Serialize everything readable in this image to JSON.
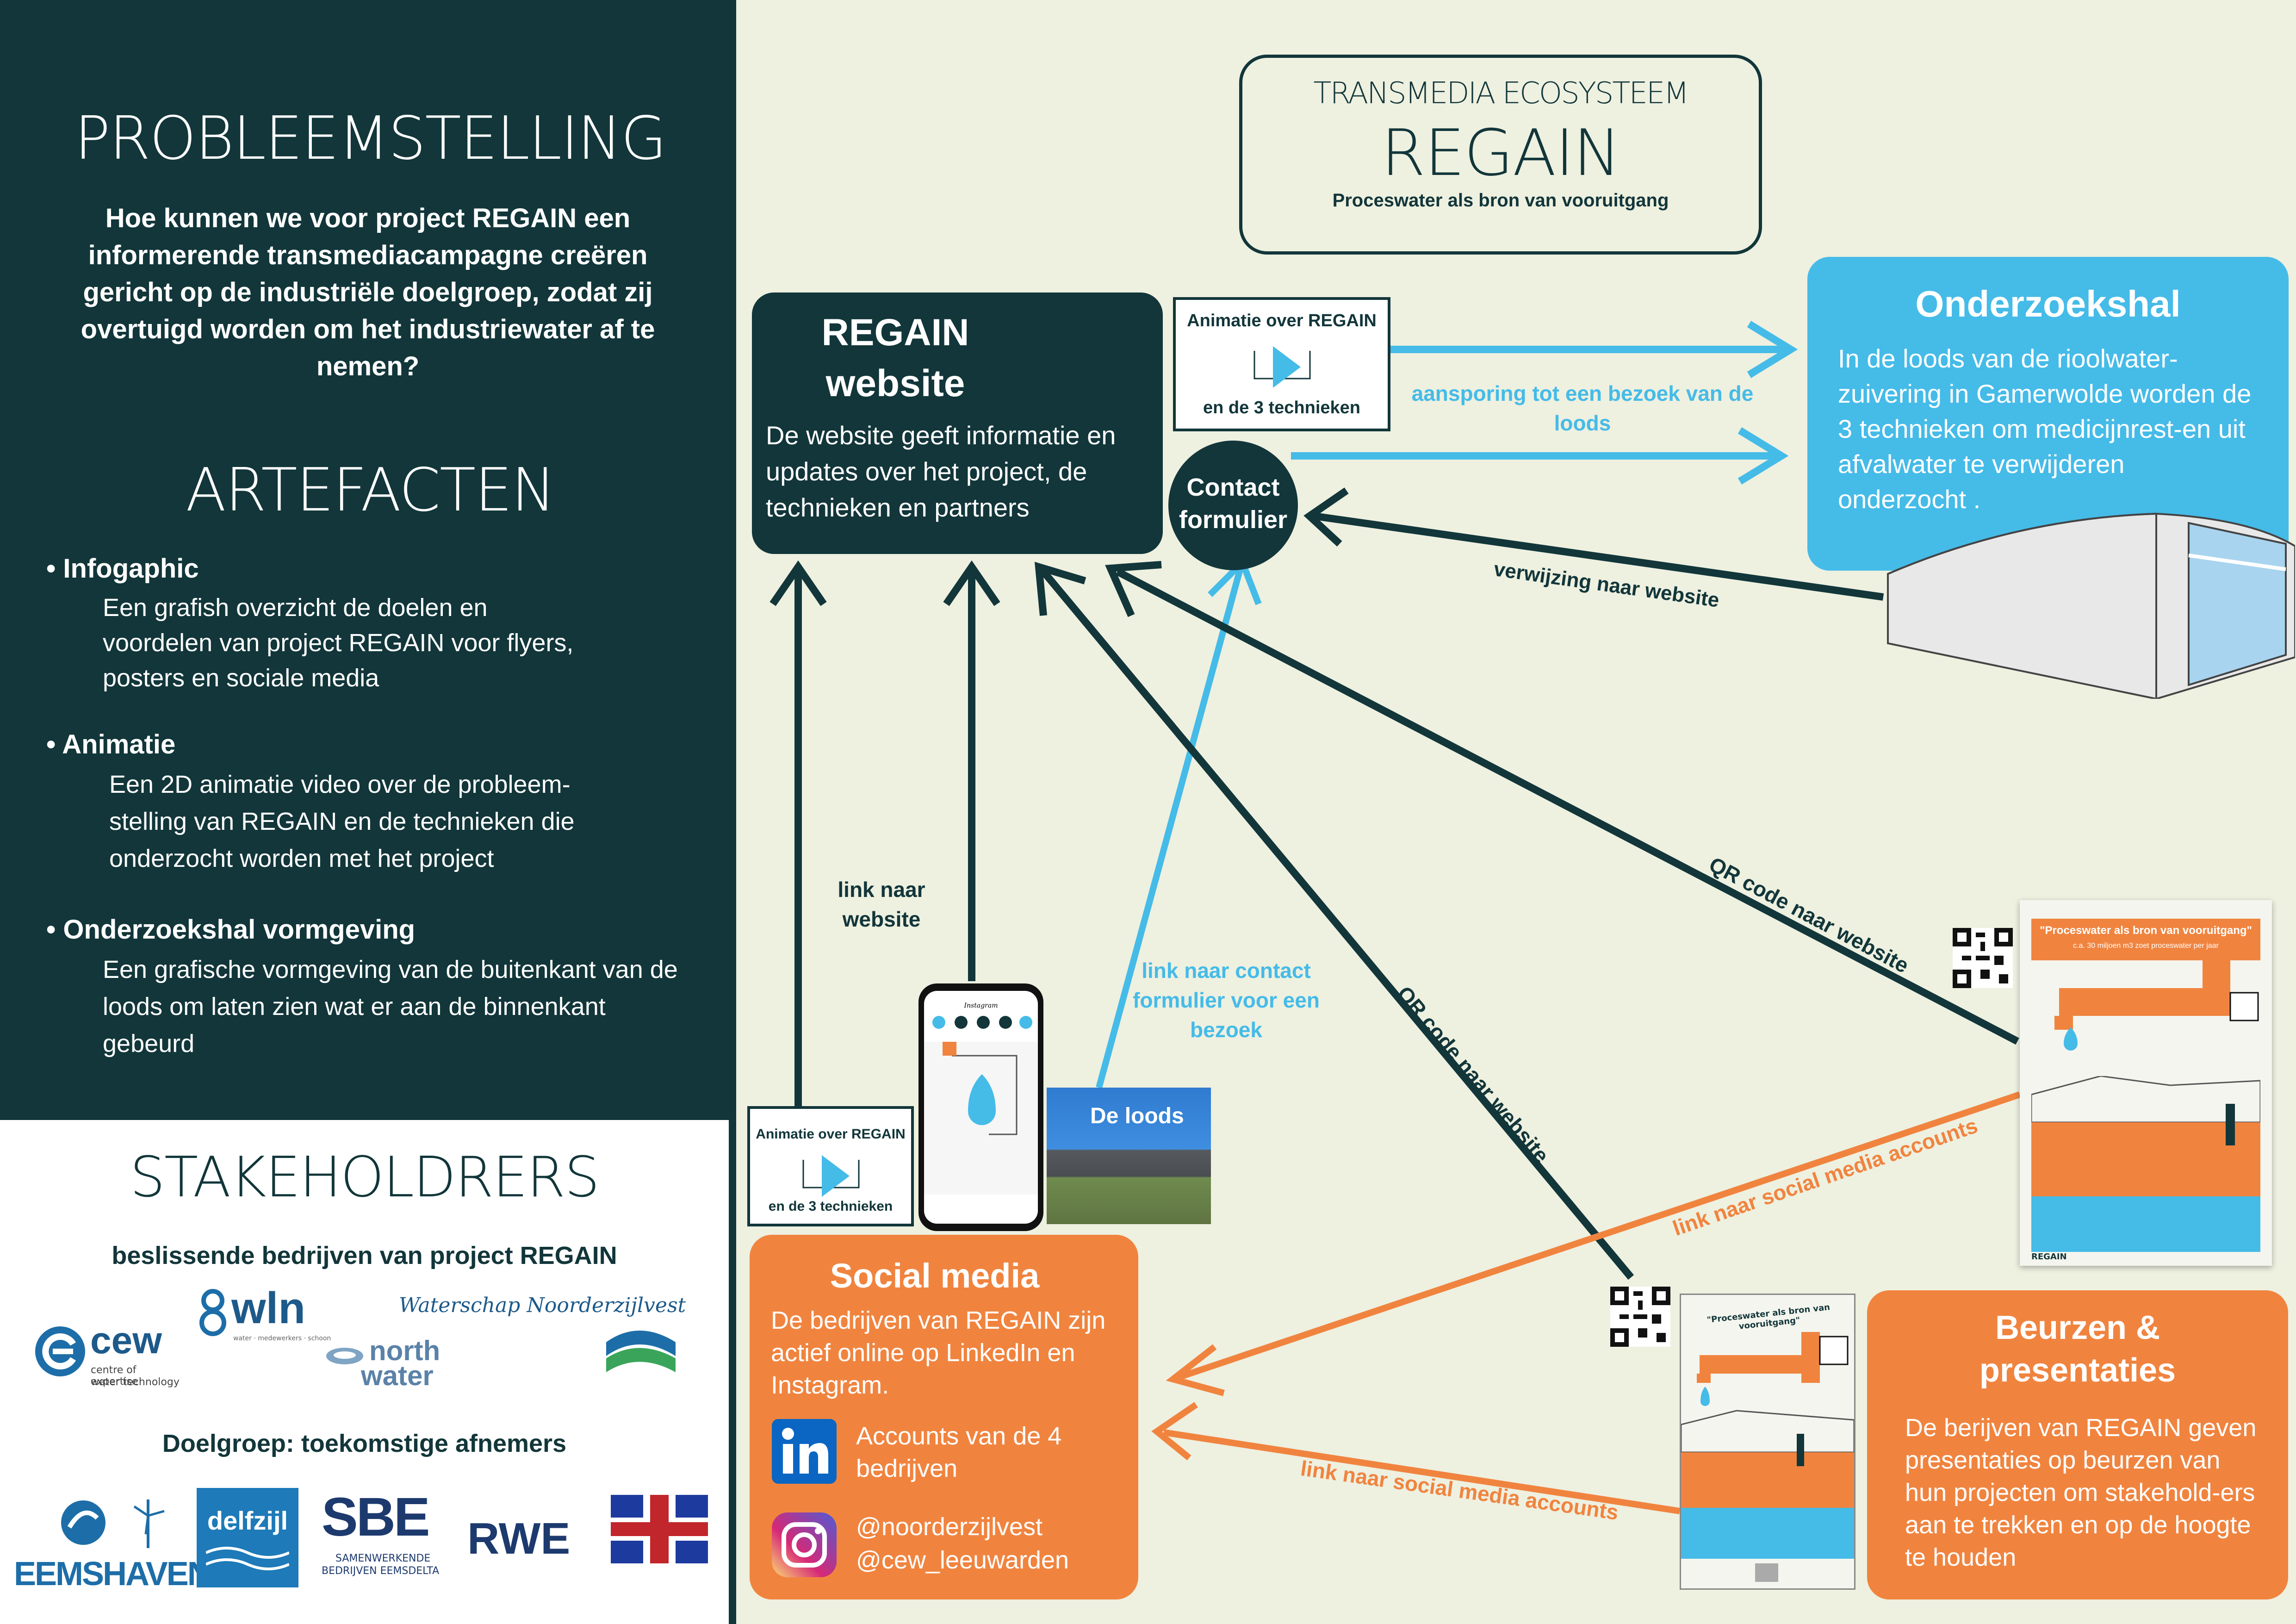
{
  "colors": {
    "dark": "#12363a",
    "cyan": "#45bbe8",
    "orange": "#f0843f",
    "bg": "#eef0e0"
  },
  "left": {
    "probleem_title": "PROBLEEMSTELLING",
    "probleem_text": "Hoe kunnen we voor project REGAIN een informerende transmediacampagne creëren gericht op de industriële doelgroep, zodat zij overtuigd worden om het industriewater af te nemen?",
    "artefacten_title": "ARTEFACTEN",
    "artefacten": [
      {
        "title": "• Infogaphic",
        "text": "Een grafish overzicht de doelen en voordelen van project REGAIN voor flyers, posters en sociale media"
      },
      {
        "title": "• Animatie",
        "text": "Een 2D animatie video over de probleem-stelling van REGAIN en de technieken die onderzocht worden met het project"
      },
      {
        "title": "• Onderzoekshal vormgeving",
        "text": "Een grafische vormgeving van de buitenkant van de loods om laten zien wat er aan de binnenkant gebeurd"
      }
    ]
  },
  "stakeholders": {
    "title": "STAKEHOLDRERS",
    "deciders_label": "beslissende bedrijven van project REGAIN",
    "target_label": "Doelgroep: toekomstige afnemers",
    "logos": {
      "cew": "cew",
      "cew_sub1": "centre of expertise",
      "cew_sub2": "water technology",
      "wln": "wln",
      "wln_sub": "water · medewerkers · schoon",
      "waterschap": "Waterschap Noorderzijlvest",
      "north": "north",
      "water": "water",
      "eemshaven": "EEMSHAVEN",
      "delfzijl": "delfzijl",
      "sbe": "SBE",
      "sbe_sub1": "SAMENWERKENDE",
      "sbe_sub2": "BEDRIJVEN EEMSDELTA",
      "rwe": "RWE"
    }
  },
  "title_box": {
    "line1": "TRANSMEDIA ECOSYSTEEM",
    "line2": "REGAIN",
    "line3": "Proceswater als bron van vooruitgang"
  },
  "website": {
    "title1": "REGAIN",
    "title2": "website",
    "text": "De website geeft informatie en updates over het project, de technieken en partners"
  },
  "animation": {
    "top": "Animatie over REGAIN",
    "bottom": "en de 3 technieken"
  },
  "contact": {
    "line1": "Contact",
    "line2": "formulier"
  },
  "hal": {
    "title": "Onderzoekshal",
    "text": "In de loods van de rioolwater-zuivering in Gamerwolde worden de 3 technieken om medicijnrest-en uit afvalwater te verwijderen onderzocht ."
  },
  "social": {
    "title": "Social media",
    "text": "De bedrijven van REGAIN zijn actief online op LinkedIn en Instagram.",
    "linkedin_text": "Accounts van de 4 bedrijven",
    "instagram_line1": "@noorderzijlvest",
    "instagram_line2": "@cew_leeuwarden"
  },
  "beurzen": {
    "title1": "Beurzen &",
    "title2": "presentaties",
    "text": "De berijven van REGAIN geven presentaties op beurzen van hun projecten om stakehold-ers aan te trekken en op de hoogte te houden"
  },
  "loods_label": "De loods",
  "phone": {
    "app": "Instagram"
  },
  "poster": {
    "headline": "\"Proceswater als bron van vooruitgang\"",
    "sub": "c.a. 30 miljoen m3 zoet proceswater per jaar",
    "brand": "REGAIN"
  },
  "arrows": {
    "aansporing": "aansporing tot een bezoek van de loods",
    "verwijzing": "verwijzing naar website",
    "link_website": "link naar website",
    "link_contact": "link naar contact formulier voor een bezoek",
    "qr1": "QR code naar website",
    "qr2": "QR code naar website",
    "social1": "link naar social media accounts",
    "social2": "link naar social media accounts"
  }
}
